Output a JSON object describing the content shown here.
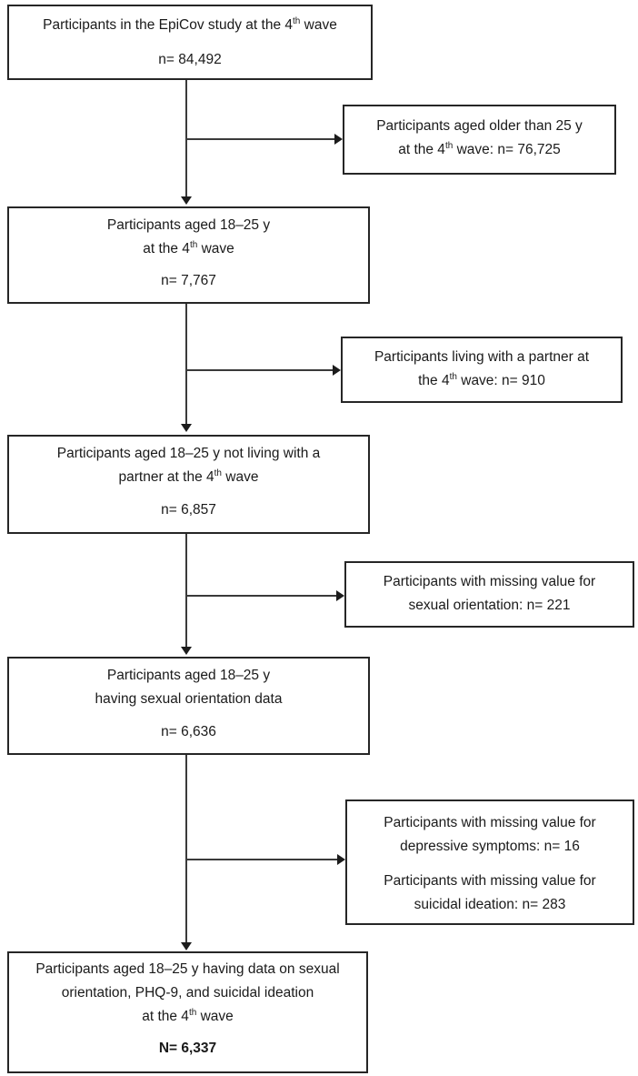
{
  "colors": {
    "box_border": "#262626",
    "text": "#1a1a1a",
    "arrow": "#3a3a3a",
    "background": "#ffffff"
  },
  "boxes": {
    "box1": {
      "line1": {
        "pre": "Participants in the EpiCov study at the 4",
        "sup": "th",
        "post": " wave"
      },
      "n": "n= 84,492"
    },
    "excl1": {
      "line1": "Participants aged older than 25 y",
      "line2": {
        "pre": "at the 4",
        "sup": "th",
        "post": " wave: n= 76,725"
      }
    },
    "box2": {
      "line1": "Participants aged 18–25 y",
      "line2": {
        "pre": "at the 4",
        "sup": "th",
        "post": " wave"
      },
      "n": "n= 7,767"
    },
    "excl2": {
      "line1": "Participants living with a partner at",
      "line2": {
        "pre": "the 4",
        "sup": "th",
        "post": " wave: n= 910"
      }
    },
    "box3": {
      "line1": "Participants aged 18–25 y not living with a",
      "line2": {
        "pre": "partner at the 4",
        "sup": "th",
        "post": " wave"
      },
      "n": "n= 6,857"
    },
    "excl3": {
      "line1": "Participants with missing value for",
      "line2": "sexual orientation: n= 221"
    },
    "box4": {
      "line1": "Participants aged 18–25 y",
      "line2": "having sexual orientation data",
      "n": "n= 6,636"
    },
    "excl4": {
      "p1_line1": "Participants with missing value for",
      "p1_line2": "depressive symptoms: n= 16",
      "p2_line1": "Participants with missing value for",
      "p2_line2": "suicidal ideation: n= 283"
    },
    "box5": {
      "line1": "Participants aged 18–25 y having data on sexual",
      "line2": "orientation, PHQ-9, and suicidal ideation",
      "line3": {
        "pre": "at the 4",
        "sup": "th",
        "post": " wave"
      },
      "n": "N= 6,337"
    }
  }
}
